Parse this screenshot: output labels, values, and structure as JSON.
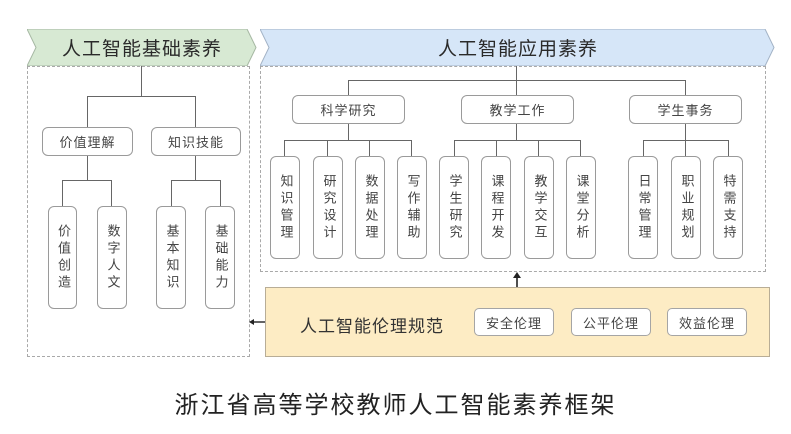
{
  "foundation": {
    "title": "人工智能基础素养",
    "color": "#d7e9d3",
    "groups": [
      {
        "label": "价值理解",
        "items": [
          "价值创造",
          "数字人文"
        ]
      },
      {
        "label": "知识技能",
        "items": [
          "基本知识",
          "基础能力"
        ]
      }
    ]
  },
  "application": {
    "title": "人工智能应用素养",
    "color": "#d6e6f8",
    "groups": [
      {
        "label": "科学研究",
        "items": [
          "知识管理",
          "研究设计",
          "数据处理",
          "写作辅助"
        ]
      },
      {
        "label": "教学工作",
        "items": [
          "学生研究",
          "课程开发",
          "教学交互",
          "课堂分析"
        ]
      },
      {
        "label": "学生事务",
        "items": [
          "日常管理",
          "职业规划",
          "特需支持"
        ]
      }
    ]
  },
  "ethics": {
    "title": "人工智能伦理规范",
    "color": "#fdecc4",
    "items": [
      "安全伦理",
      "公平伦理",
      "效益伦理"
    ]
  },
  "caption": "浙江省高等学校教师人工智能素养框架"
}
